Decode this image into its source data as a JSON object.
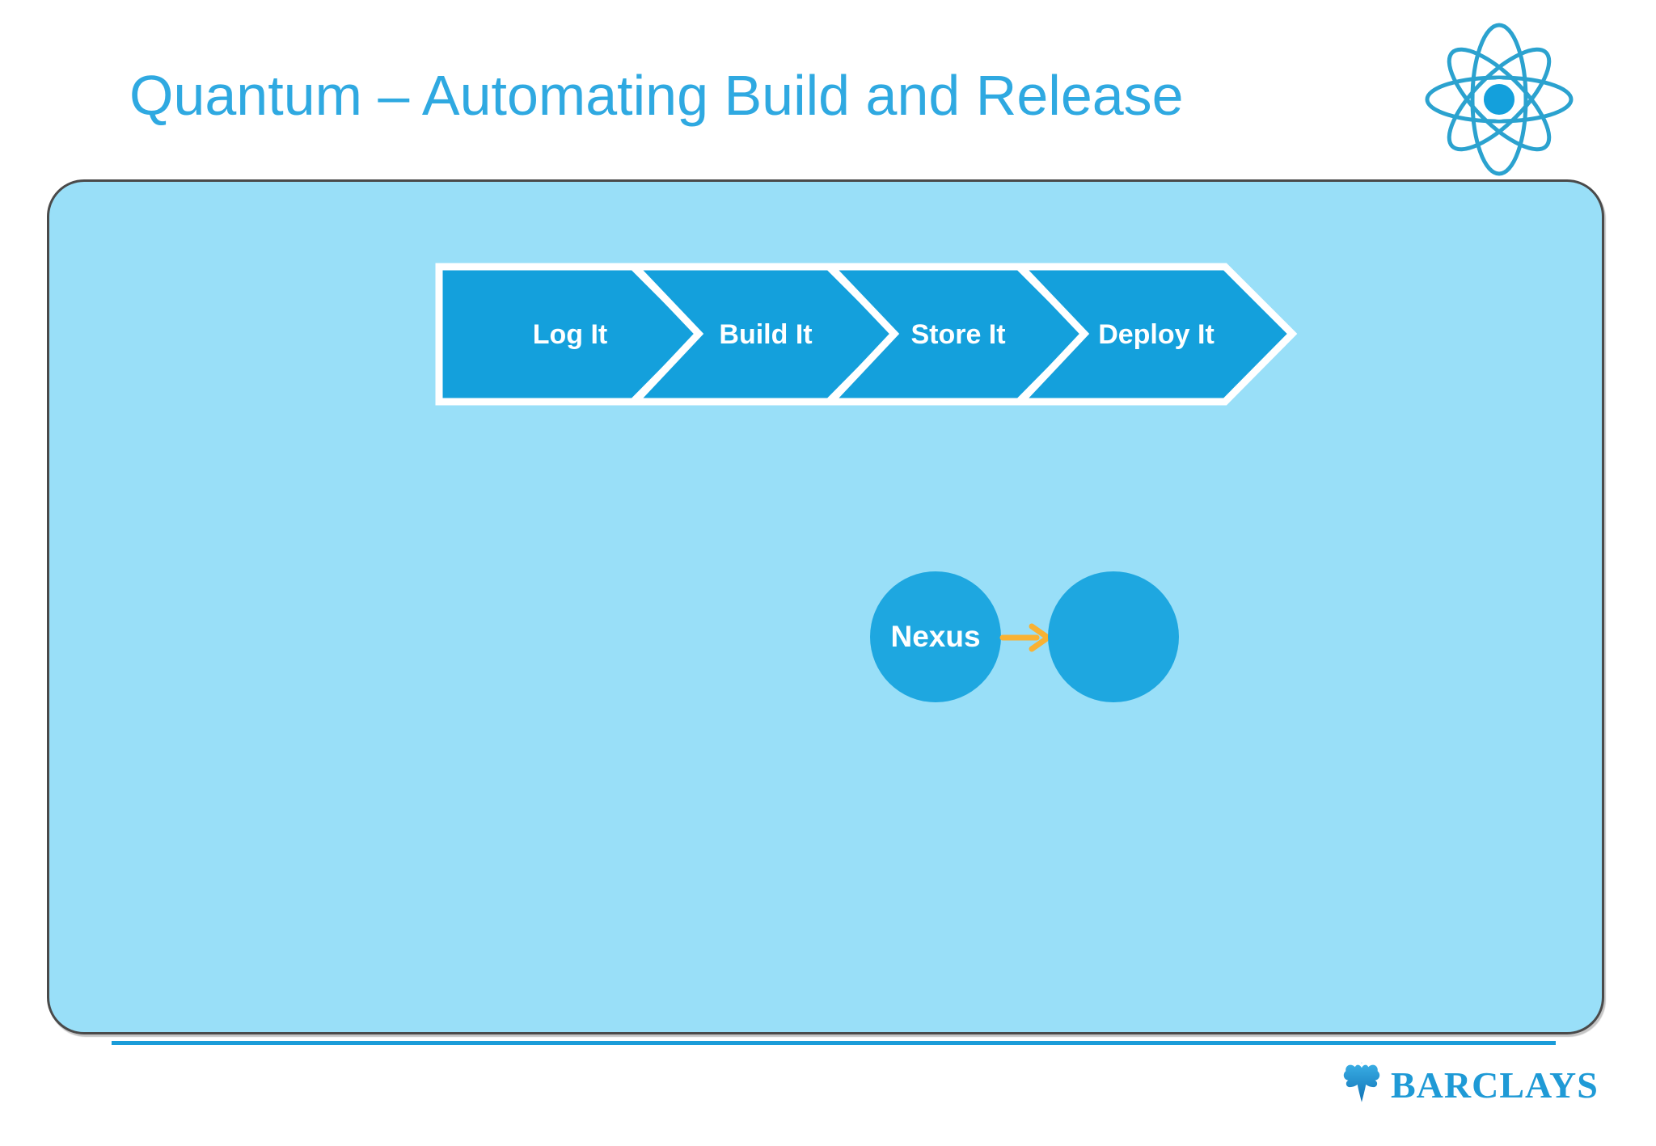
{
  "slide": {
    "title": "Quantum – Automating Build and Release"
  },
  "process_flow": {
    "steps": [
      {
        "label": "Log It"
      },
      {
        "label": "Build It"
      },
      {
        "label": "Store It"
      },
      {
        "label": "Deploy It"
      }
    ]
  },
  "artifact_diagram": {
    "source": {
      "label": "Nexus"
    },
    "target": {
      "label": ""
    }
  },
  "footer": {
    "brand": "BARCLAYS"
  },
  "icons": {
    "atom": "atom-icon",
    "eagle": "barclays-eagle-icon",
    "arrow": "right-arrow-icon"
  },
  "colors": {
    "title_blue": "#2FA9E1",
    "panel_fill": "#99DFF8",
    "panel_border": "#4A4A4A",
    "chevron_fill": "#14A0DC",
    "chevron_outline": "#FFFFFF",
    "circle_fill": "#1EA7E0",
    "arrow_orange": "#F9B233",
    "underline_blue": "#1A9CD9",
    "logo_blue": "#1F9AD6",
    "atom_stroke": "#2BA2CF"
  }
}
